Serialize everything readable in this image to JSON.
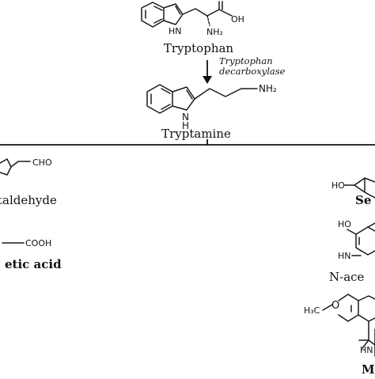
{
  "compounds": {
    "tryptophan": {
      "name": "Tryptophan",
      "groups": {
        "acid_oh": "OH",
        "ring_nh": "HN",
        "amine": "NH₂"
      }
    },
    "tryptamine": {
      "name": "Tryptamine",
      "groups": {
        "amine": "NH₂",
        "ring_nh": "N",
        "ring_h": "H"
      }
    },
    "left_1": {
      "name": "taldehyde",
      "groups": {
        "aldehyde": "CHO"
      }
    },
    "left_2": {
      "name": "etic acid",
      "groups": {
        "acid": "COOH"
      }
    },
    "right_1": {
      "name": "Se",
      "groups": {
        "hydroxyl": "HO"
      }
    },
    "right_2": {
      "name": "N-ace",
      "groups": {
        "hydroxyl": "HO",
        "ring_nh": "HN"
      }
    },
    "right_3": {
      "name": "M",
      "groups": {
        "methoxy": "H₃C",
        "ring_nh": "HN"
      }
    }
  },
  "enzyme": {
    "line1": "Tryptophan",
    "line2": "decarboxylase"
  }
}
